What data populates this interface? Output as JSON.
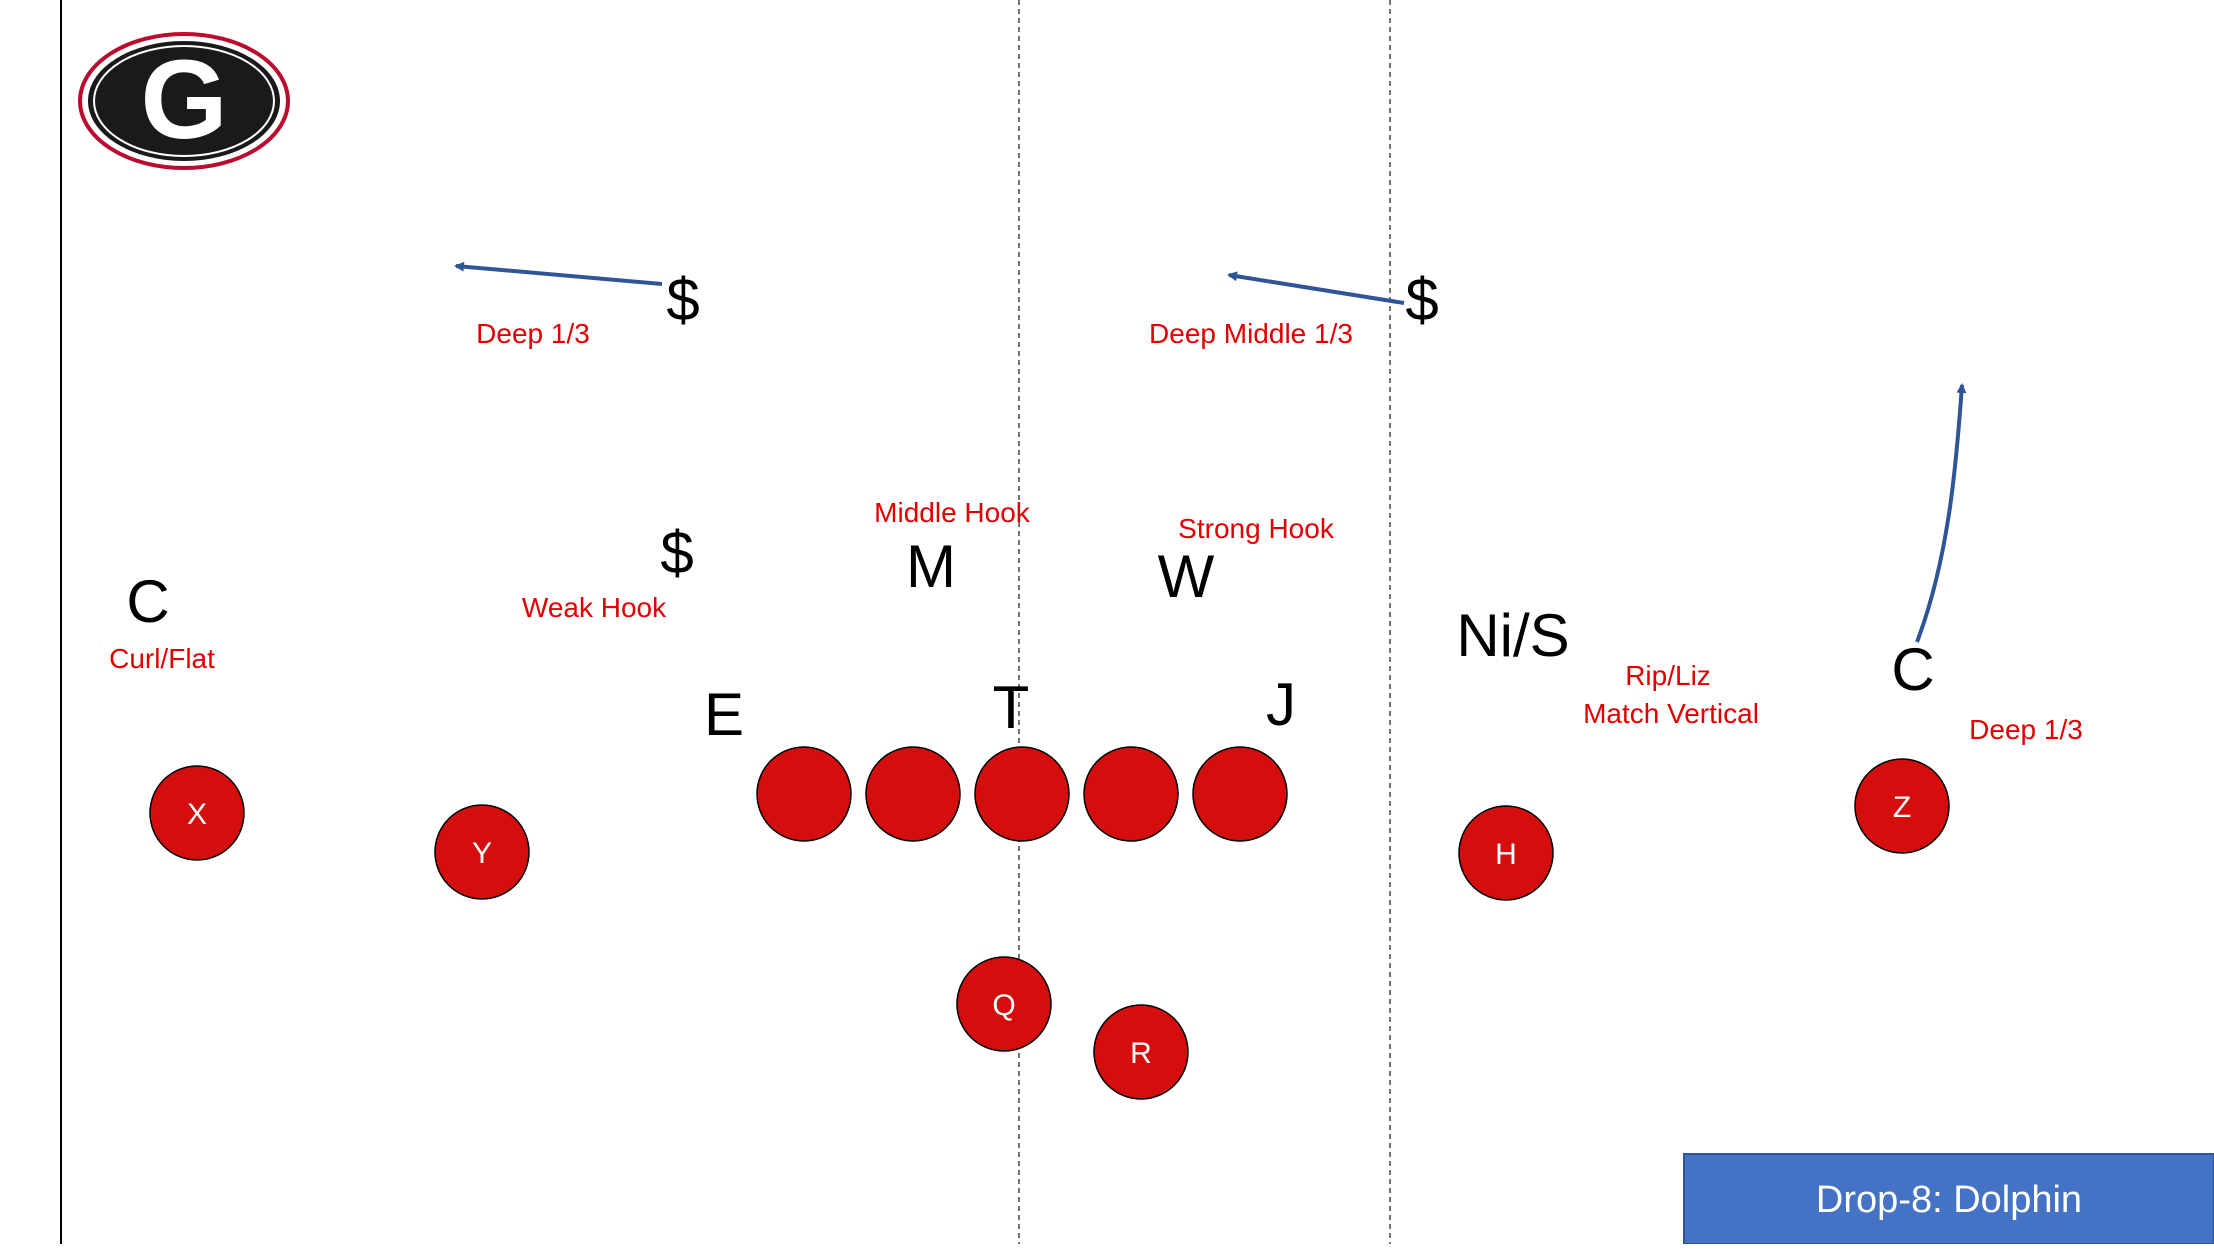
{
  "title": "Drop-8: Dolphin",
  "logo_letter": "G",
  "colors": {
    "offense_fill": "#d40d0d",
    "assignment_text": "#e00000",
    "arrow": "#2f5597",
    "title_box": "#4472c4",
    "logo_red": "#ba0c2f"
  },
  "defenders": {
    "free_safety_weak": "$",
    "free_safety_middle": "$",
    "weak_hook_player": "$",
    "mike": "M",
    "will": "W",
    "corner_left": "C",
    "nickel": "Ni/S",
    "corner_right": "C",
    "end": "E",
    "tackle": "T",
    "jack": "J"
  },
  "assignments": {
    "deep_third_left": "Deep 1/3",
    "deep_middle_third": "Deep Middle 1/3",
    "middle_hook": "Middle Hook",
    "strong_hook": "Strong Hook",
    "weak_hook": "Weak Hook",
    "curl_flat": "Curl/Flat",
    "rip_liz": "Rip/Liz",
    "match_vertical": "Match Vertical",
    "deep_third_right": "Deep 1/3"
  },
  "offense": {
    "x": "X",
    "y": "Y",
    "h": "H",
    "z": "Z",
    "q": "Q",
    "r": "R"
  }
}
